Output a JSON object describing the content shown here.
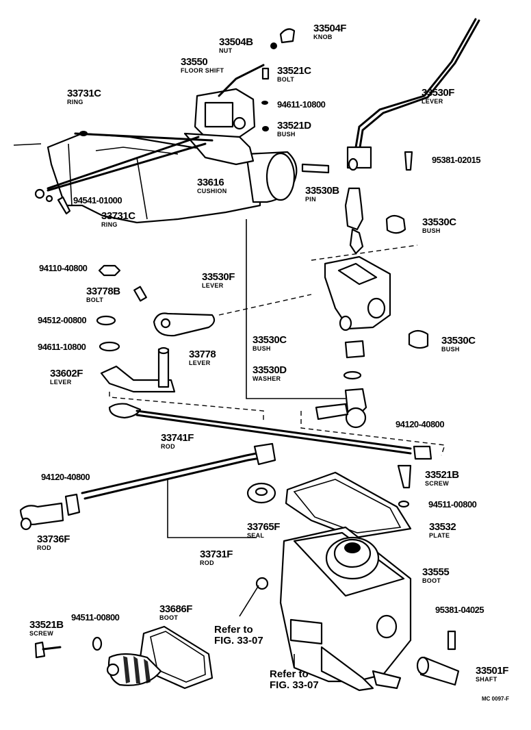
{
  "parts": [
    {
      "id": "33504F",
      "name": "KNOB"
    },
    {
      "id": "33504B",
      "name": "NUT"
    },
    {
      "id": "33550",
      "name": "FLOOR SHIFT"
    },
    {
      "id": "33521C",
      "name": "BOLT"
    },
    {
      "id": "94611-10800",
      "name": ""
    },
    {
      "id": "33521D",
      "name": "BUSH"
    },
    {
      "id": "33731C",
      "name": "RING",
      "key": "ring_top"
    },
    {
      "id": "33530F",
      "name": "LEVER",
      "key": "lever_top"
    },
    {
      "id": "95381-02015",
      "name": ""
    },
    {
      "id": "33616",
      "name": "CUSHION"
    },
    {
      "id": "33530B",
      "name": "PIN"
    },
    {
      "id": "94541-01000",
      "name": ""
    },
    {
      "id": "33731C",
      "name": "RING",
      "key": "ring_bottom"
    },
    {
      "id": "33530C",
      "name": "BUSH",
      "key": "bush_top"
    },
    {
      "id": "94110-40800",
      "name": ""
    },
    {
      "id": "33530F",
      "name": "LEVER",
      "key": "lever_mid"
    },
    {
      "id": "33778B",
      "name": "BOLT"
    },
    {
      "id": "94512-00800",
      "name": ""
    },
    {
      "id": "94611-10800",
      "name": "",
      "key": "washer_left"
    },
    {
      "id": "33778",
      "name": "LEVER"
    },
    {
      "id": "33530C",
      "name": "BUSH",
      "key": "bush_mid"
    },
    {
      "id": "33530C",
      "name": "BUSH",
      "key": "bush_right"
    },
    {
      "id": "33602F",
      "name": "LEVER"
    },
    {
      "id": "33530D",
      "name": "WASHER"
    },
    {
      "id": "33741F",
      "name": "ROD"
    },
    {
      "id": "94120-40800",
      "name": "",
      "key": "nut_right"
    },
    {
      "id": "94120-40800",
      "name": "",
      "key": "nut_left"
    },
    {
      "id": "33521B",
      "name": "SCREW",
      "key": "screw_right"
    },
    {
      "id": "94511-00800",
      "name": "",
      "key": "washer_right"
    },
    {
      "id": "33736F",
      "name": "ROD"
    },
    {
      "id": "33765F",
      "name": "SEAL"
    },
    {
      "id": "33532",
      "name": "PLATE"
    },
    {
      "id": "33731F",
      "name": "ROD"
    },
    {
      "id": "33555",
      "name": "BOOT"
    },
    {
      "id": "33686F",
      "name": "BOOT"
    },
    {
      "id": "94511-00800",
      "name": "",
      "key": "washer_bottom"
    },
    {
      "id": "33521B",
      "name": "SCREW",
      "key": "screw_left"
    },
    {
      "id": "95381-04025",
      "name": ""
    },
    {
      "id": "33501F",
      "name": "SHAFT"
    }
  ],
  "references": {
    "ref_a": "Refer to\nFIG. 33-07",
    "ref_b": "Refer to\nFIG. 33-07"
  },
  "code": "MC 0097-F"
}
